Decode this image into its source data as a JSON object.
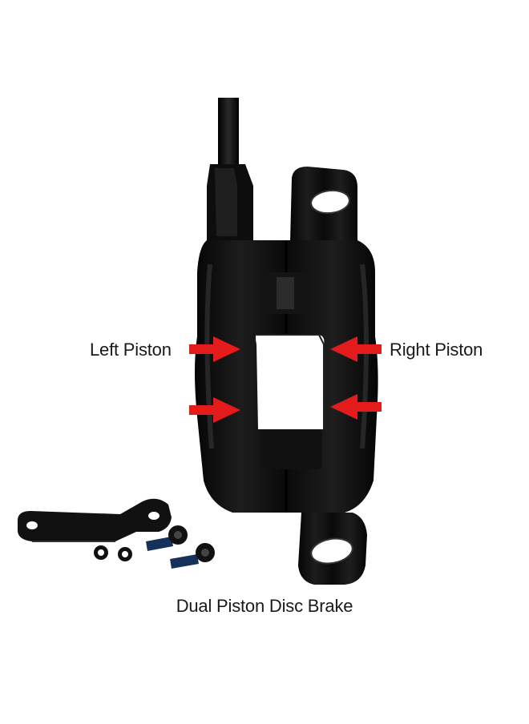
{
  "labels": {
    "left": "Left Piston",
    "right": "Right Piston",
    "caption": "Dual Piston Disc Brake"
  },
  "colors": {
    "arrow": "#e41b1b",
    "body": "#0b0b0b",
    "highlight": "#3a3a3a",
    "background": "#ffffff"
  },
  "arrows": {
    "count": 4,
    "direction_left_pair": "pointing-right",
    "direction_right_pair": "pointing-left"
  }
}
